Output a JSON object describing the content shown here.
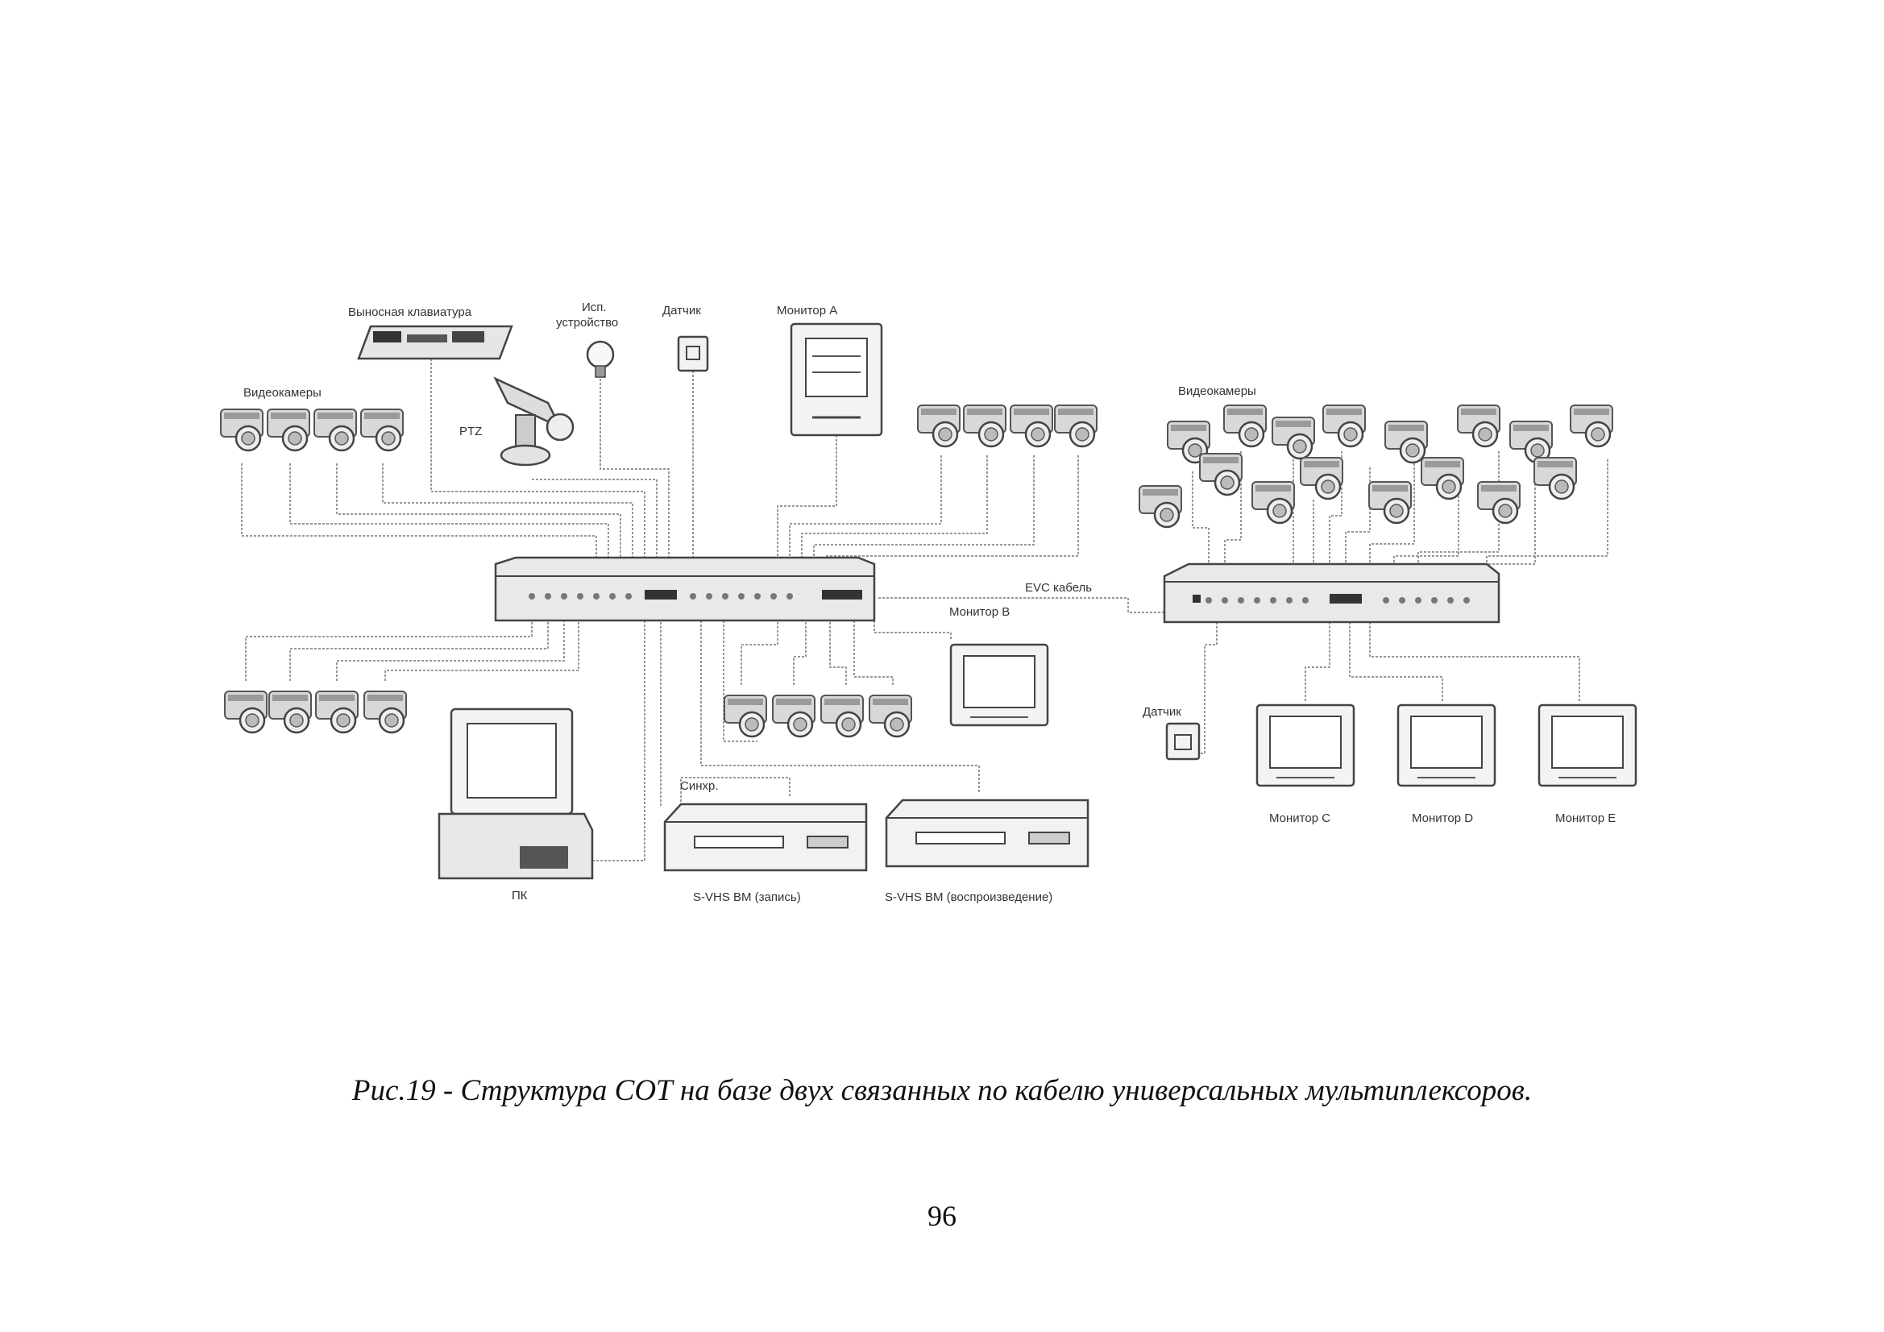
{
  "labels": {
    "remote_keyboard": "Выносная клавиатура",
    "exec_device_1": "Исп.",
    "exec_device_2": "устройство",
    "sensor_top": "Датчик",
    "monitor_a": "Монитор А",
    "cameras_left": "Видеокамеры",
    "ptz": "PTZ",
    "cameras_right": "Видеокамеры",
    "evc_cable": "EVC кабель",
    "monitor_b": "Монитор В",
    "sensor_right": "Датчик",
    "sync": "Синхр.",
    "pc": "ПК",
    "vcr_record": "S-VHS ВМ (запись)",
    "vcr_playback": "S-VHS ВМ (воспроизведение)",
    "monitor_c": "Монитор С",
    "monitor_d": "Монитор D",
    "monitor_e": "Монитор Е"
  },
  "caption": "Рис.19 - Структура СОТ на базе двух связанных по кабелю универсальных мультиплексоров.",
  "page_number": "96"
}
